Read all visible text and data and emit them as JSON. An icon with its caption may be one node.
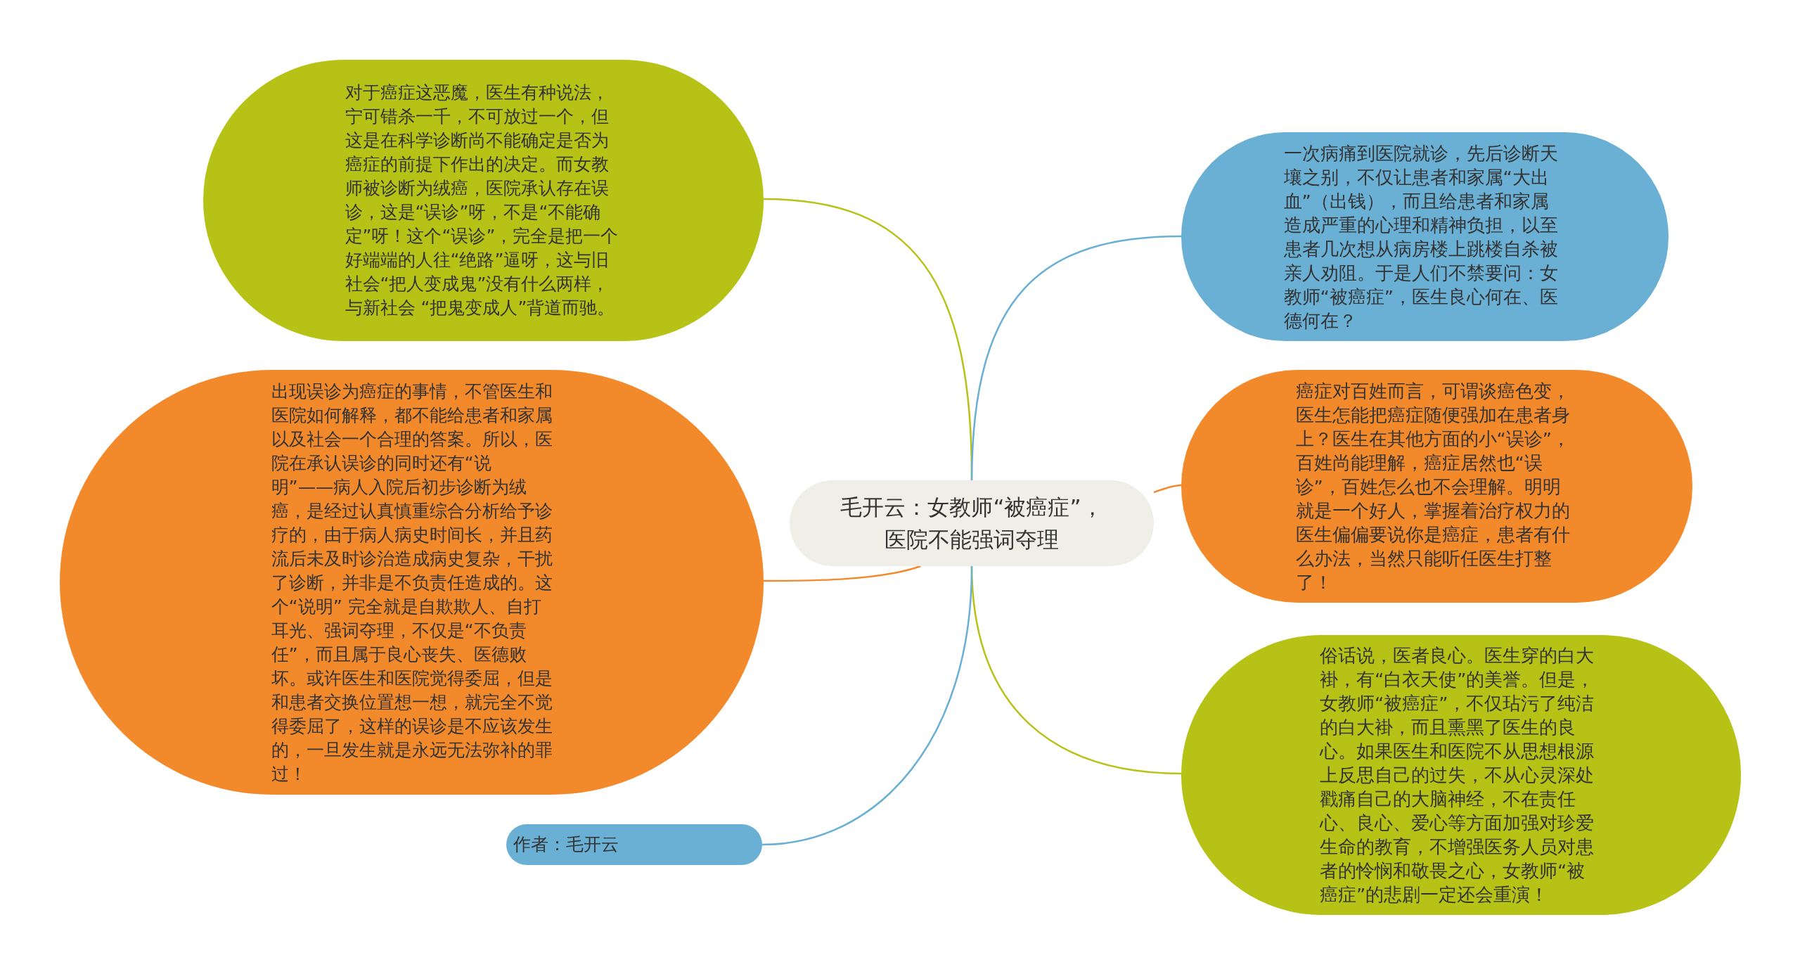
{
  "diagram": {
    "nodes": [
      {
        "text": [
          "毛开云：女教师“被癌症”，医院不能强词夺理"
        ]
      },
      {
        "text": [
          "对于癌症这恶魔，医生有种说法，宁可错杀一千，不可放过一个，但这是在科学诊断尚不能确定是否为癌症的前提下作出的决定。而女教师被诊断为绒癌，医院承认存在误诊，这是“误诊”呀，不是“不能确定”呀！这个“误诊”，完全是把一个好端端的人往“绝路”逼呀，这与旧社会“把人变成鬼”没有什么两样，与新社会 “把鬼变成人”背道而驰。"
        ]
      },
      {
        "text": [
          "一次病痛到医院就诊，先后诊断天壤之别，不仅让患者和家属“大出血”（出钱），而且给患者和家属造成严重的心理和精神负担，以至患者几次想从病房楼上跳楼自杀被亲人劝阻。于是人们不禁要问：女教师“被癌症”，医生良心何在、医德何在？"
        ]
      },
      {
        "text": [
          "出现误诊为癌症的事情，不管医生和医院如何解释，都不能给患者和家属以及社会一个合理的答案。所以，医院在承认误诊的同时还有“说明”——病人入院后初步诊断为绒癌，是经过认真慎重综合分析给予诊疗的，由于病人病史时间长，并且药流后未及时诊治造成病史复杂，干扰了诊断，并非是不负责任造成的。这个“说明” 完全就是自欺欺人、自打耳光、强词夺理，不仅是“不负责任”，而且属于良心丧失、医德败坏。或许医生和医院觉得委屈，但是和患者交换位置想一想，就完全不觉得委屈了，这样的误诊是不应该发生的，一旦发生就是永远无法弥补的罪过！"
        ]
      },
      {
        "text": [
          "癌症对百姓而言，可谓谈癌色变，医生怎能把癌症随便强加在患者身上？医生在其他方面的小“误诊”，百姓尚能理解，癌症居然也“误诊”，百姓怎么也不会理解。明明就是一个好人，掌握着治疗权力的医生偏偏要说你是癌症，患者有什么办法，当然只能听任医生打整了！"
        ]
      },
      {
        "text": [
          "俗话说，医者良心。医生穿的白大褂，有“白衣天使”的美誉。但是，女教师“被癌症”，不仅玷污了纯洁的白大褂，而且熏黑了医生的良心。如果医生和医院不从思想根源上反思自己的过失，不从心灵深处戳痛自己的大脑神经，不在责任心、良心、爱心等方面加强对珍爱生命的教育，不增强医务人员对患者的怜悯和敬畏之心，女教师“被癌症”的悲剧一定还会重演！"
        ]
      },
      {
        "text": [
          "作者：毛开云"
        ]
      }
    ],
    "edges": [
      {
        "from": 0,
        "to": 1,
        "arrow": "none",
        "color": "#b7c216"
      },
      {
        "from": 0,
        "to": 2,
        "arrow": "none",
        "color": "#6aafd4"
      },
      {
        "from": 0,
        "to": 3,
        "arrow": "none",
        "color": "#f28a2c"
      },
      {
        "from": 0,
        "to": 4,
        "arrow": "none",
        "color": "#f28a2c"
      },
      {
        "from": 0,
        "to": 5,
        "arrow": "none",
        "color": "#b7c216"
      },
      {
        "from": 0,
        "to": 6,
        "arrow": "none",
        "color": "#6aafd4"
      }
    ]
  }
}
